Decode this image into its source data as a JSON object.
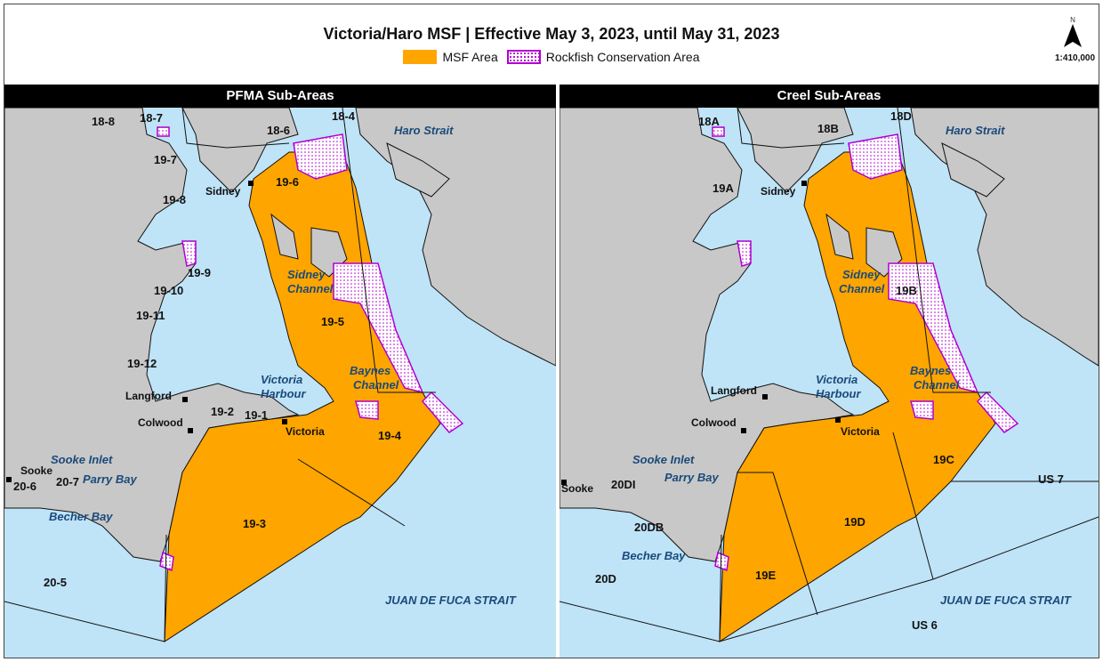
{
  "title": "Victoria/Haro MSF | Effective May 3, 2023, until May 31, 2023",
  "legend": {
    "msf_label": "MSF Area",
    "rca_label": "Rockfish Conservation Area"
  },
  "colors": {
    "msf": "#FFA500",
    "rca": "#b000d0",
    "water": "#bfe3f7",
    "land": "#c8c8c8"
  },
  "north": {
    "letter": "N",
    "scale": "1:410,000"
  },
  "left_panel": {
    "heading": "PFMA Sub-Areas",
    "areas": {
      "a18_8": "18-8",
      "a18_7": "18-7",
      "a18_6": "18-6",
      "a18_4": "18-4",
      "a19_7": "19-7",
      "a19_6": "19-6",
      "a19_8": "19-8",
      "a19_9": "19-9",
      "a19_10": "19-10",
      "a19_11": "19-11",
      "a19_12": "19-12",
      "a19_5": "19-5",
      "a19_2": "19-2",
      "a19_1": "19-1",
      "a19_4": "19-4",
      "a19_3": "19-3",
      "a20_6": "20-6",
      "a20_7": "20-7",
      "a20_5": "20-5"
    },
    "water": {
      "haro": "Haro Strait",
      "sidney": "Sidney",
      "channel": "Channel",
      "baynes": "Baynes",
      "baynes_ch": "Channel",
      "victoria": "Victoria",
      "harbour": "Harbour",
      "sooke_inlet": "Sooke Inlet",
      "parry": "Parry Bay",
      "becher": "Becher Bay",
      "jdf": "JUAN DE FUCA STRAIT"
    },
    "cities": {
      "sidney": "Sidney",
      "langford": "Langford",
      "colwood": "Colwood",
      "victoria": "Victoria",
      "sooke": "Sooke"
    }
  },
  "right_panel": {
    "heading": "Creel Sub-Areas",
    "areas": {
      "a18A": "18A",
      "a18B": "18B",
      "a18D": "18D",
      "a19A": "19A",
      "a19B": "19B",
      "a19C": "19C",
      "a19D": "19D",
      "a19E": "19E",
      "a20DI": "20DI",
      "a20DB": "20DB",
      "a20D": "20D",
      "us7": "US 7",
      "us6": "US 6"
    },
    "water": {
      "haro": "Haro Strait",
      "sidney": "Sidney",
      "channel": "Channel",
      "baynes": "Baynes",
      "baynes_ch": "Channel",
      "victoria": "Victoria",
      "harbour": "Harbour",
      "sooke_inlet": "Sooke Inlet",
      "parry": "Parry Bay",
      "becher": "Becher Bay",
      "jdf": "JUAN DE FUCA STRAIT"
    },
    "cities": {
      "sidney": "Sidney",
      "langford": "Langford",
      "colwood": "Colwood",
      "victoria": "Victoria",
      "sooke": "Sooke"
    }
  }
}
